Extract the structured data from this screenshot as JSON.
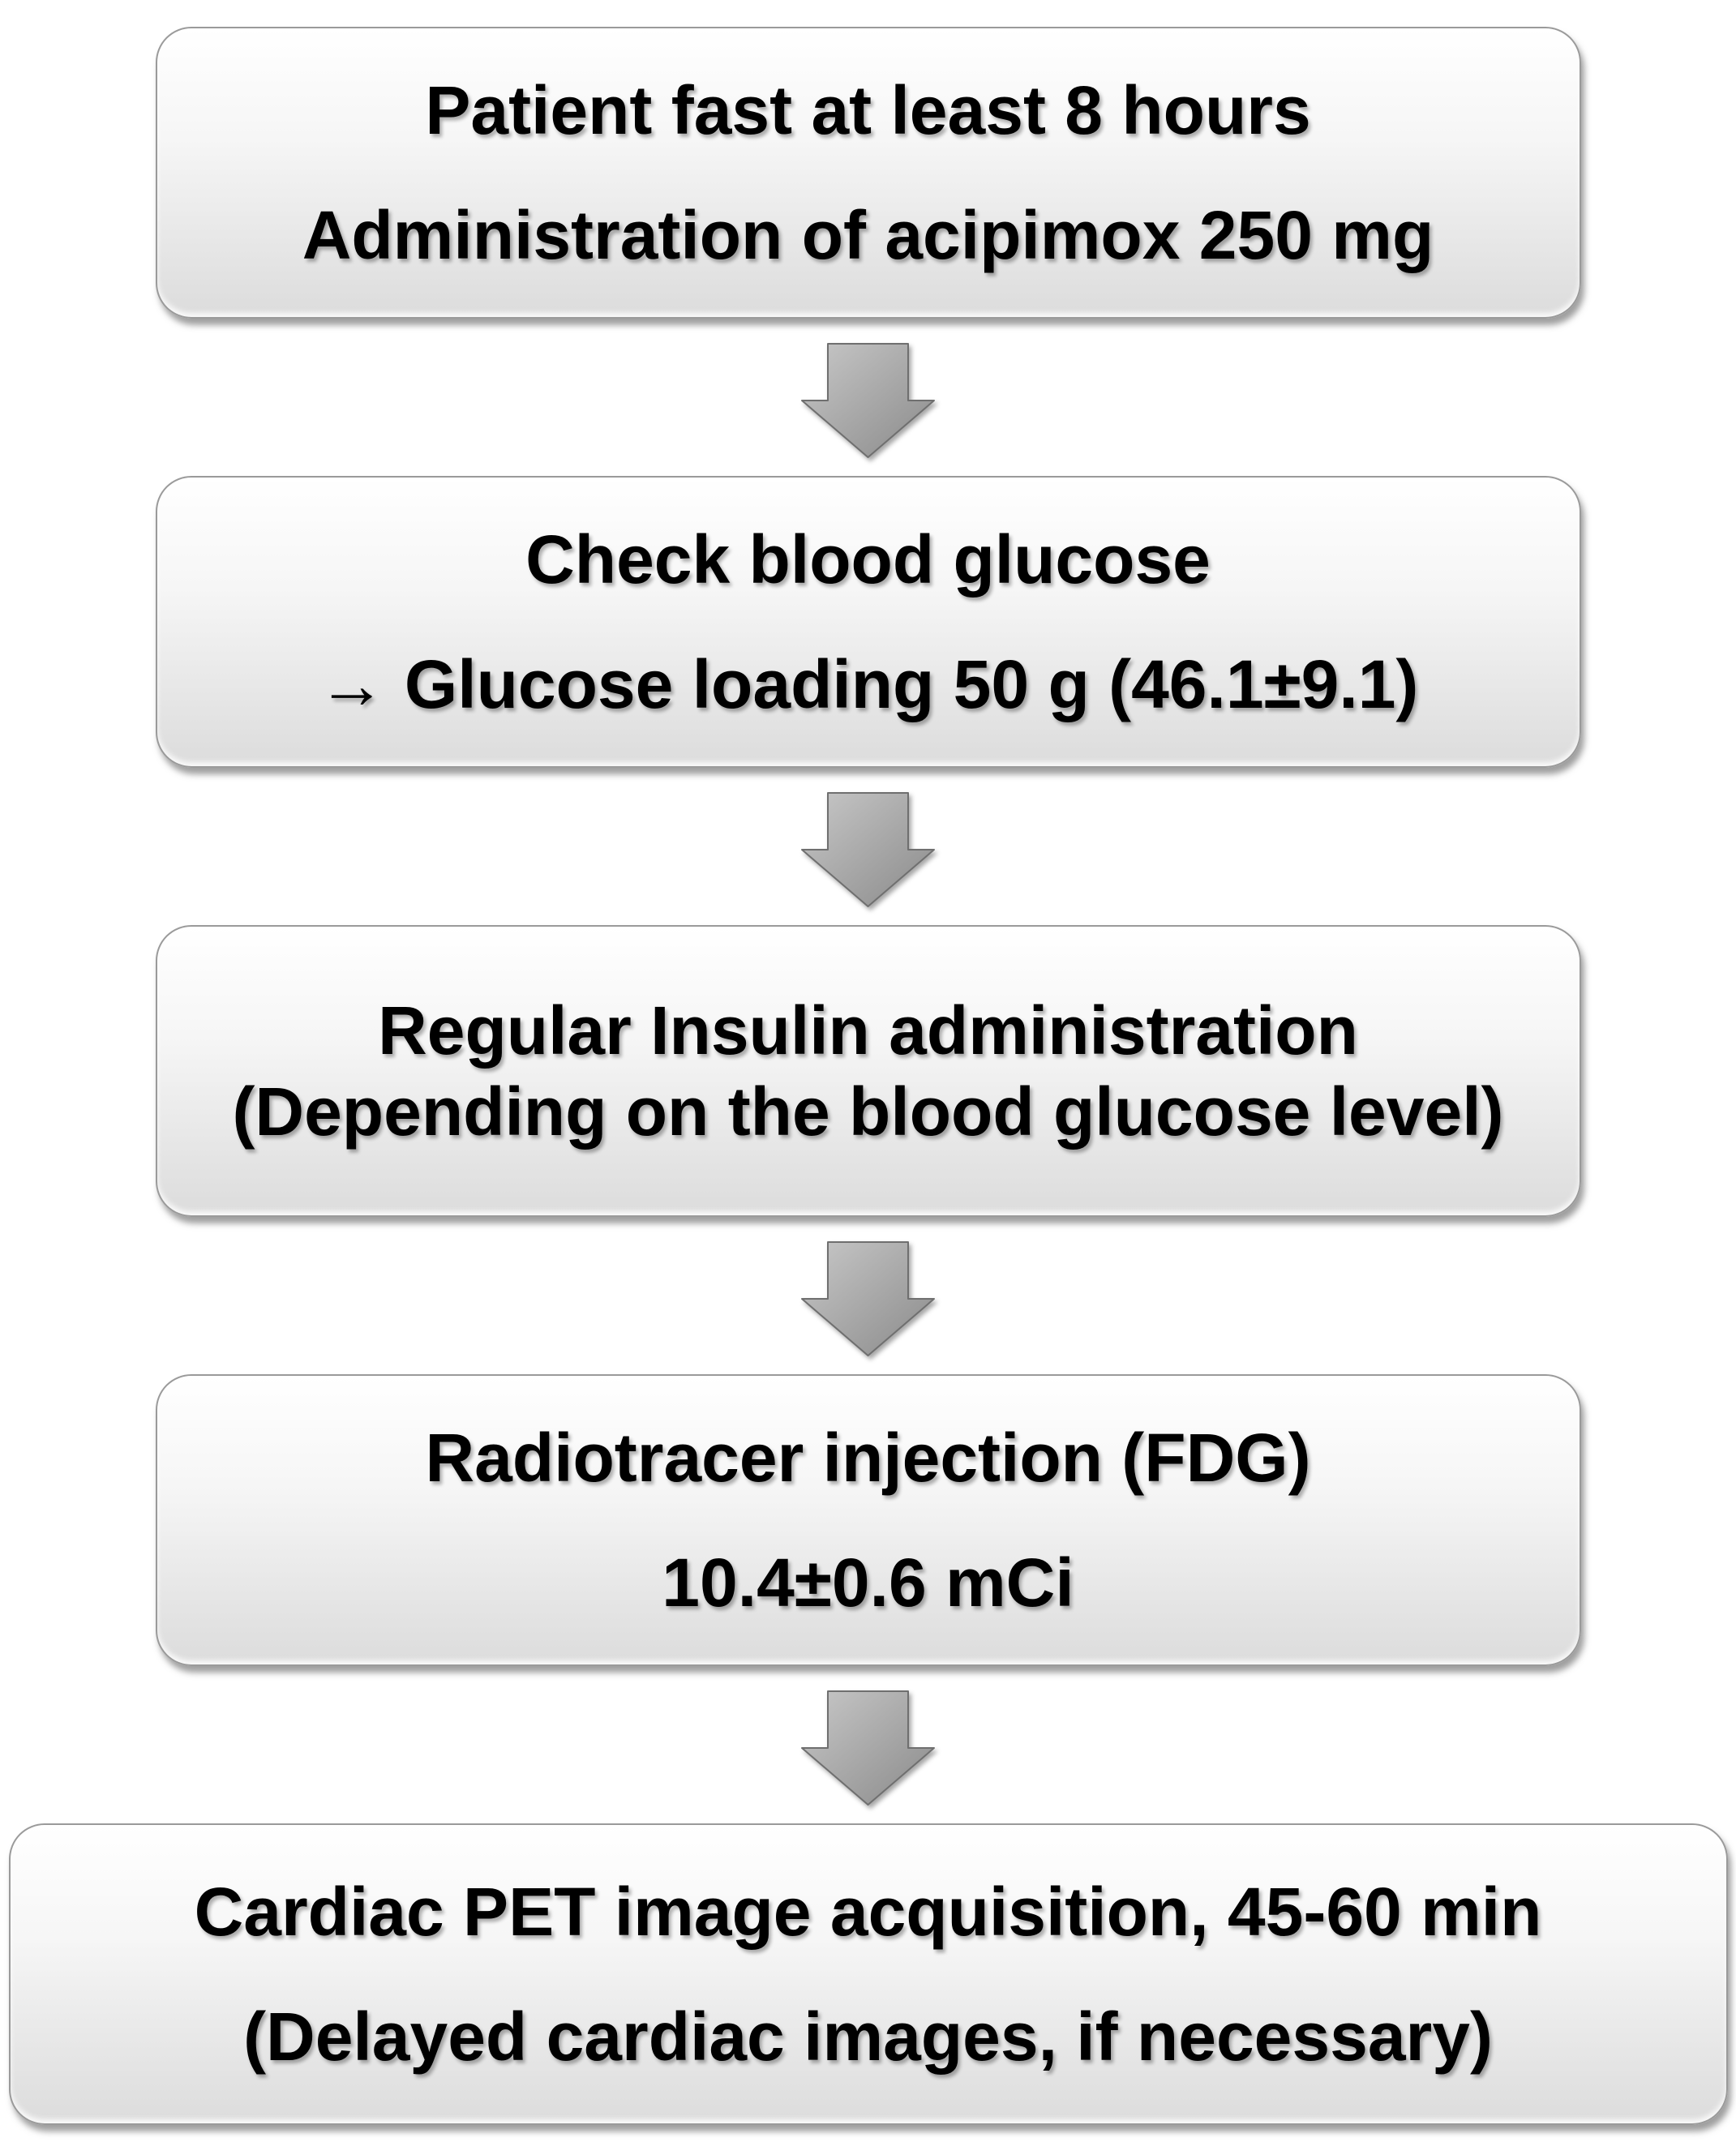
{
  "page": {
    "background": "#ffffff"
  },
  "flowchart": {
    "type": "flowchart",
    "direction": "top-down",
    "steps": [
      {
        "lines": [
          "Patient fast at least 8 hours",
          "Administration of acipimox 250 mg"
        ]
      },
      {
        "lines": [
          "Check blood glucose",
          "→ Glucose loading 50 g (46.1±9.1)"
        ]
      },
      {
        "lines": [
          "Regular Insulin administration",
          "(Depending on the blood glucose level)"
        ]
      },
      {
        "lines": [
          "Radiotracer injection (FDG)",
          "10.4±0.6 mCi"
        ]
      },
      {
        "lines": [
          "Cardiac PET image acquisition, 45-60 min",
          "(Delayed cardiac images, if necessary)"
        ]
      }
    ],
    "connector": {
      "icon": "down-block-arrow-icon",
      "direction": "down",
      "count": 4
    },
    "colors": {
      "background": "#ffffff",
      "box_border": "#9a9a9a",
      "box_fill_top": "#ffffff",
      "box_fill_mid": "#f6f6f6",
      "box_fill_bottom": "#dcdcdc",
      "arrow_fill_light": "#c8c8c8",
      "arrow_fill_dark": "#8a8a8a",
      "arrow_outline": "#6f6f6f",
      "text": "#000000"
    }
  }
}
